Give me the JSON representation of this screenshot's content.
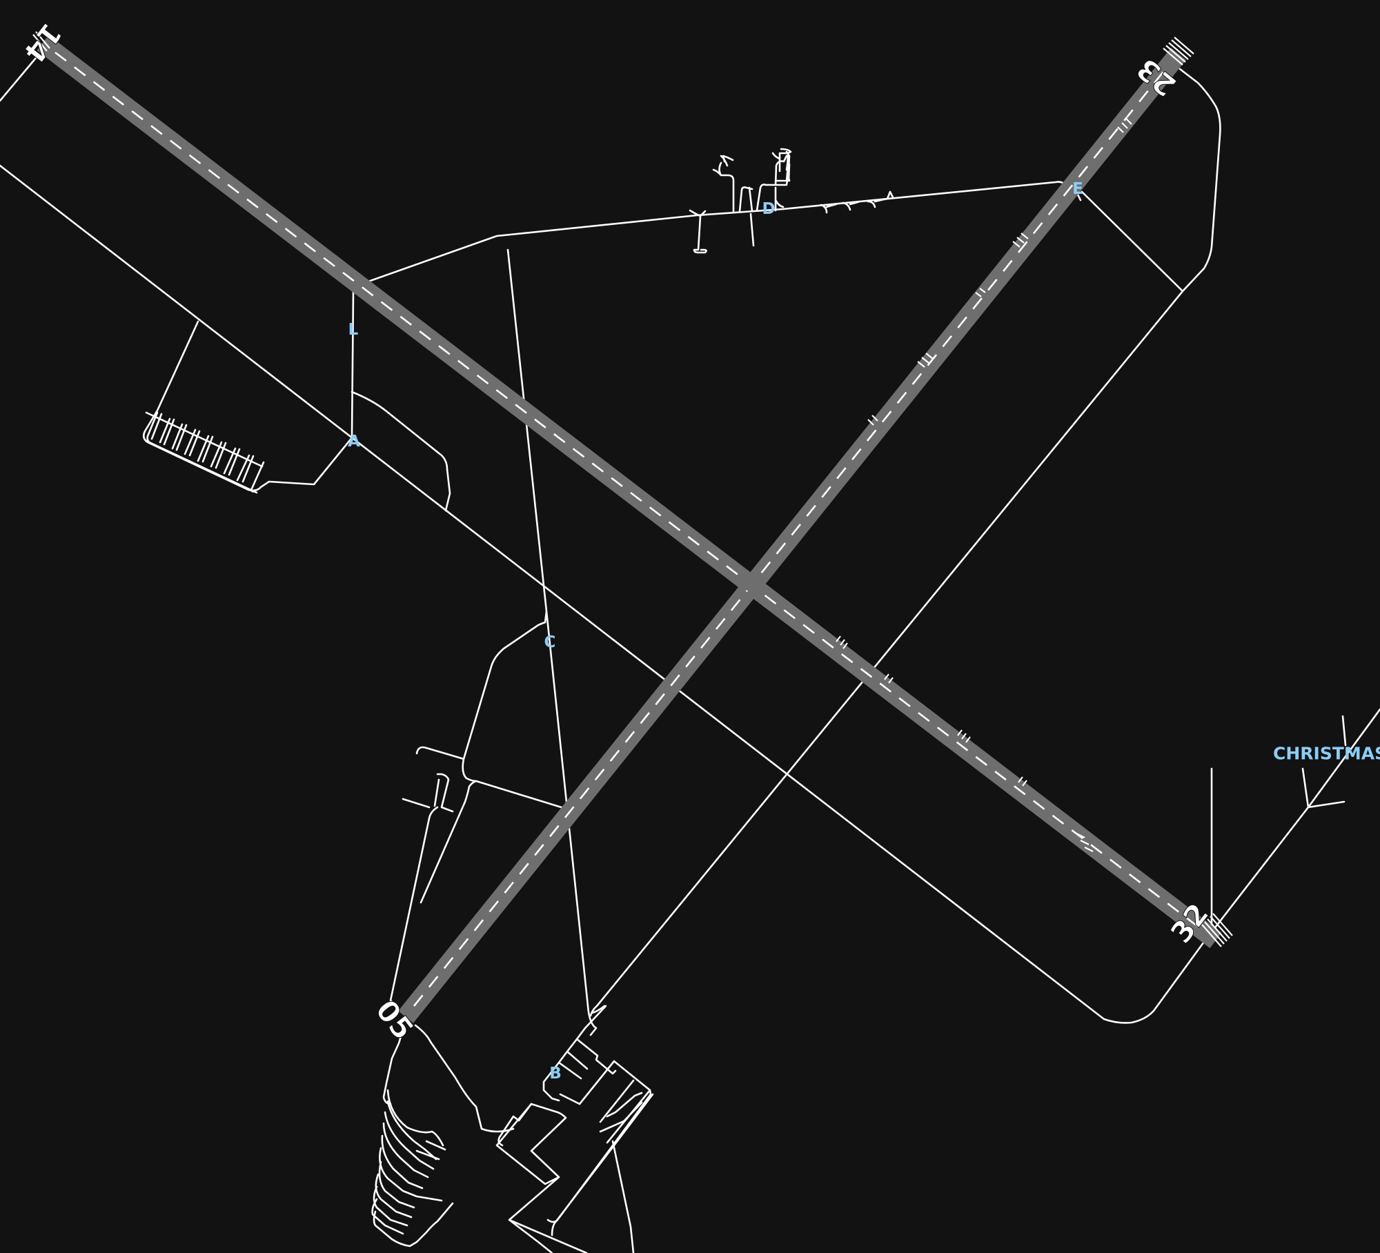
{
  "map": {
    "background": "#121212",
    "taxiway_color": "#ffffff",
    "runway_color": "#6e6e6e",
    "label_color": "#8ccdf5"
  },
  "runways": [
    {
      "designator": "14/32",
      "ends": [
        "14",
        "32"
      ]
    },
    {
      "designator": "05/23",
      "ends": [
        "05",
        "23"
      ]
    }
  ],
  "taxiways": [
    "A",
    "B",
    "C",
    "D",
    "E",
    "L"
  ],
  "places": [
    "CHRISTMAS"
  ]
}
